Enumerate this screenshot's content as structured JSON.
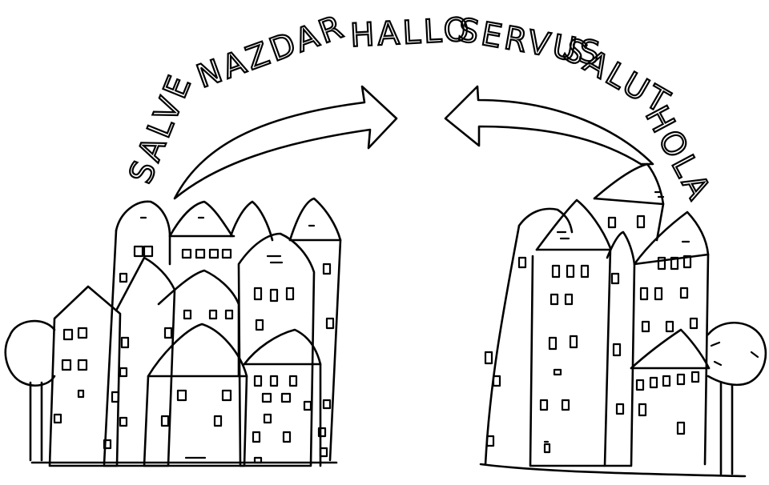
{
  "greetings": {
    "salve": "SALVE",
    "nazdar": "NAZDAR",
    "hallo": "HALLO",
    "servus": "SERVUS",
    "salut": "SALUT",
    "hola": "HOLA"
  },
  "colors": {
    "ink": "#000000",
    "paper": "#ffffff"
  }
}
